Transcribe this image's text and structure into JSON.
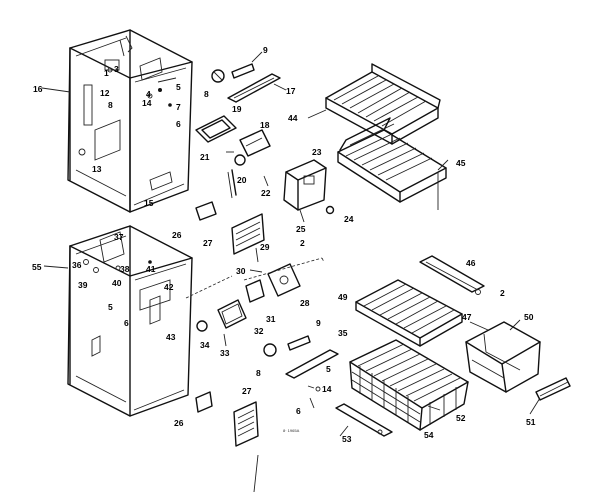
{
  "callouts": {
    "c1": "1",
    "c2": "2",
    "c3": "3",
    "c4": "4",
    "c5": "5",
    "c6": "6",
    "c7": "7",
    "c8": "8",
    "c9": "9",
    "c12": "12",
    "c13": "13",
    "c14": "14",
    "c15": "15",
    "c16": "16",
    "c17": "17",
    "c18": "18",
    "c19": "19",
    "c20": "20",
    "c21": "21",
    "c22": "22",
    "c23": "23",
    "c24": "24",
    "c25": "25",
    "c26": "26",
    "c27": "27",
    "c28": "28",
    "c29": "29",
    "c30": "30",
    "c31": "31",
    "c32": "32",
    "c33": "33",
    "c34": "34",
    "c35": "35",
    "c36": "36",
    "c37": "37",
    "c38": "38",
    "c39": "39",
    "c40": "40",
    "c41": "41",
    "c42": "42",
    "c43": "43",
    "c44": "44",
    "c45": "45",
    "c46": "46",
    "c47": "47",
    "c49": "49",
    "c50": "50",
    "c51": "51",
    "c52": "52",
    "c53": "53",
    "c54": "54",
    "c55": "55"
  },
  "footer_code": "8· 1965A"
}
